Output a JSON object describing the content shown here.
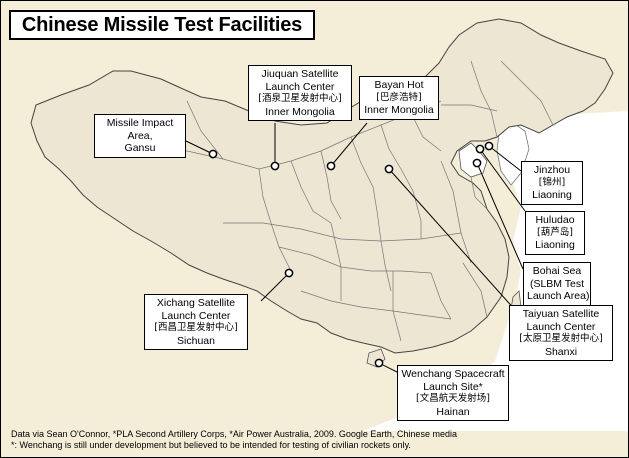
{
  "title": "Chinese Missile Test Facilities",
  "colors": {
    "sea": "#ffffff",
    "land": "#f4eed9",
    "province": "#ece6d3",
    "border": "#555555",
    "marker": "#000000"
  },
  "labels": {
    "missile_impact": {
      "lines": [
        "Missile Impact",
        "Area,",
        "Gansu"
      ]
    },
    "jiuquan": {
      "lines": [
        "Jiuquan Satellite",
        "Launch Center"
      ],
      "chinese": "[酒泉卫星发射中心]",
      "region": "Inner Mongolia"
    },
    "bayan_hot": {
      "lines": [
        "Bayan Hot"
      ],
      "chinese": "[巴彦浩特]",
      "region": "Inner Mongolia"
    },
    "jinzhou": {
      "lines": [
        "Jinzhou"
      ],
      "chinese": "[锦州]",
      "region": "Liaoning"
    },
    "huludao": {
      "lines": [
        "Huludao"
      ],
      "chinese": "[葫芦岛]",
      "region": "Liaoning"
    },
    "bohai_sea": {
      "lines": [
        "Bohai Sea",
        "(SLBM Test",
        "Launch Area)"
      ]
    },
    "taiyuan": {
      "lines": [
        "Taiyuan Satellite",
        "Launch Center"
      ],
      "chinese": "[太原卫星发射中心]",
      "region": "Shanxi"
    },
    "xichang": {
      "lines": [
        "Xichang Satellite",
        "Launch Center"
      ],
      "chinese": "[西昌卫星发射中心]",
      "region": "Sichuan"
    },
    "wenchang": {
      "lines": [
        "Wenchang Spacecraft",
        "Launch Site*"
      ],
      "chinese": "[文昌航天发射场]",
      "region": "Hainan"
    }
  },
  "footer": {
    "line1": "Data via Sean O'Connor, *PLA Second Artillery Corps, *Air Power Australia, 2009. Google Earth, Chinese media",
    "line2": "*: Wenchang is still under development but believed to be intended for testing of civilian rockets only."
  }
}
